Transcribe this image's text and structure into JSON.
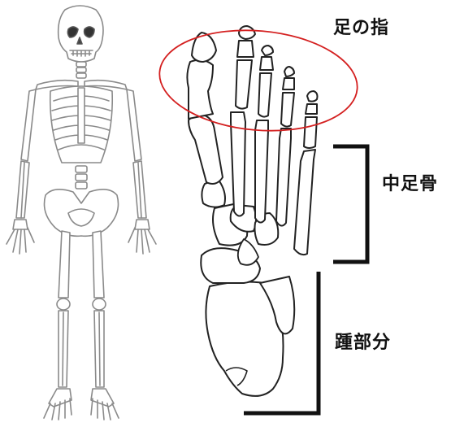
{
  "labels": {
    "toes": "足の指",
    "metatarsal": "中足骨",
    "heel": "踵部分"
  },
  "colors": {
    "outline": "#222222",
    "bone_fill": "#ffffff",
    "skeleton_line": "#8a8a8a",
    "highlight_ellipse": "#d42020",
    "bracket": "#111111"
  }
}
